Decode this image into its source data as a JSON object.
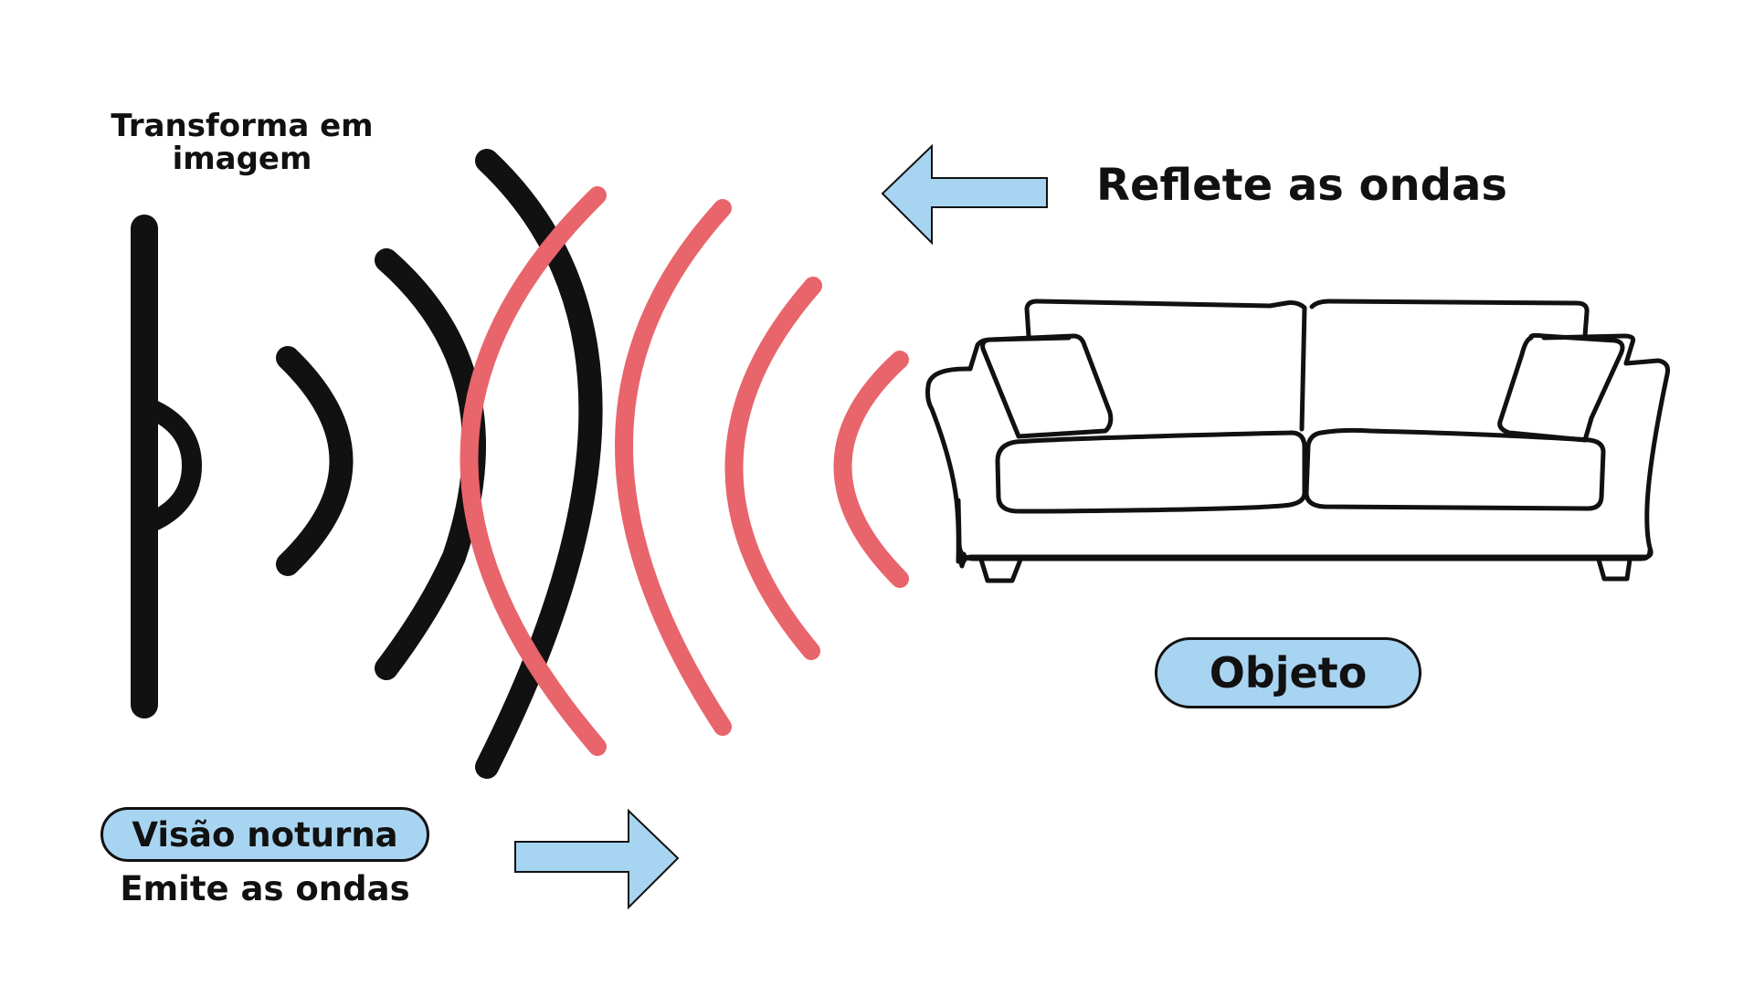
{
  "labels": {
    "transform_line1": "Transforma em",
    "transform_line2": "imagem",
    "reflect": "Reflete as ondas",
    "device": "Visão noturna",
    "emit": "Emite as ondas",
    "object": "Objeto"
  },
  "colors": {
    "emitted_waves": "#111111",
    "reflected_waves": "#e8656b",
    "pill_fill": "#a7d4f1",
    "arrow_fill": "#a7d4f1",
    "outline": "#111111"
  },
  "icons": {
    "device": "night-vision-device-icon",
    "object": "sofa-icon",
    "emit_direction": "arrow-right-icon",
    "reflect_direction": "arrow-left-icon"
  }
}
